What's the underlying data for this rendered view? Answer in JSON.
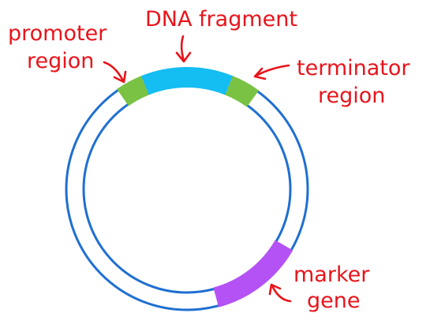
{
  "diagram": {
    "labels": {
      "promoter_line1": "promoter",
      "promoter_line2": "region",
      "dna_fragment": "DNA fragment",
      "terminator_line1": "terminator",
      "terminator_line2": "region",
      "marker_line1": "marker",
      "marker_line2": "gene"
    },
    "colors": {
      "backbone": "#1f6fd1",
      "promoter": "#79c243",
      "dna_fragment": "#14bdf2",
      "terminator": "#79c243",
      "marker_gene": "#b452f5",
      "label_text": "#e8141b"
    }
  }
}
